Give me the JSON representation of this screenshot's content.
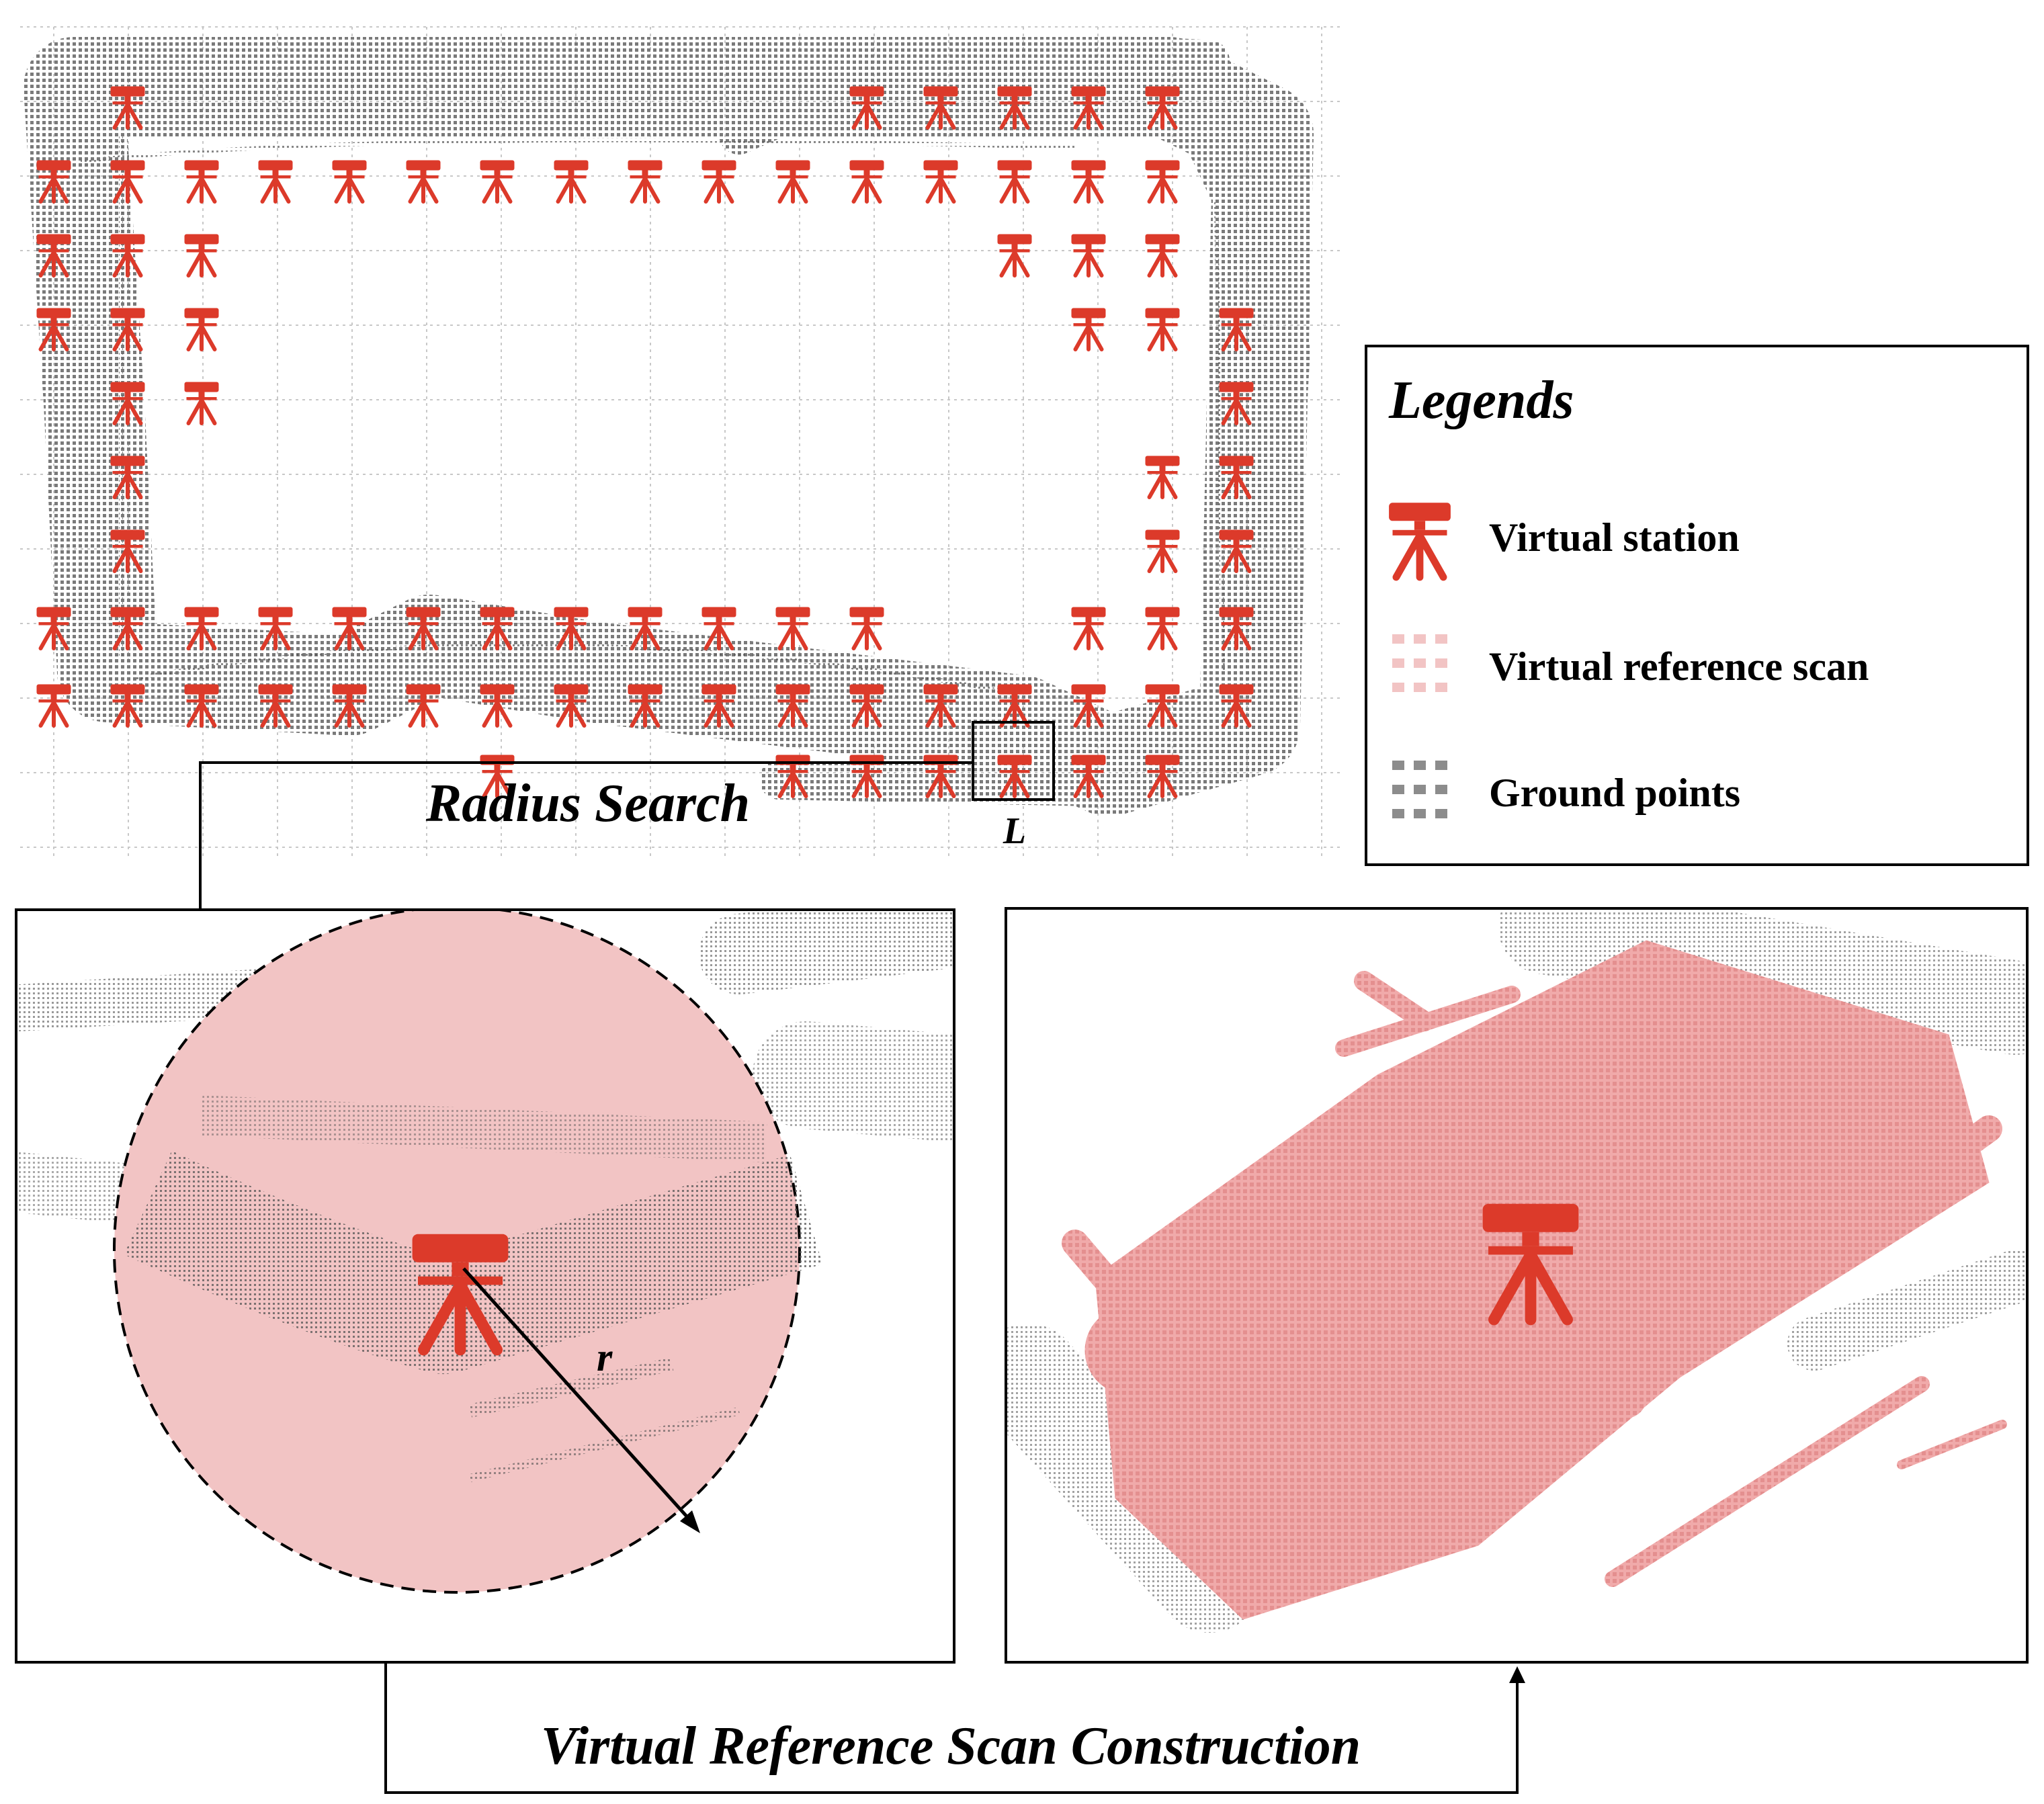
{
  "legend": {
    "title": "Legends",
    "items": [
      {
        "label": "Virtual station",
        "icon": "virtual-station-icon"
      },
      {
        "label": "Virtual reference scan",
        "icon": "virtual-reference-scan-swatch"
      },
      {
        "label": "Ground points",
        "icon": "ground-points-swatch"
      }
    ]
  },
  "labels": {
    "radius_search": "Radius Search",
    "construction": "Virtual Reference Scan Construction",
    "zoom_box": "L",
    "radius": "r"
  },
  "colors": {
    "station": "#dc3a2a",
    "reference_scan": "#f2c4c4",
    "reference_scan_dark": "#e89090",
    "ground_points": "#8c8c8c",
    "grid": "#c8c8c8",
    "frame": "#000000"
  }
}
